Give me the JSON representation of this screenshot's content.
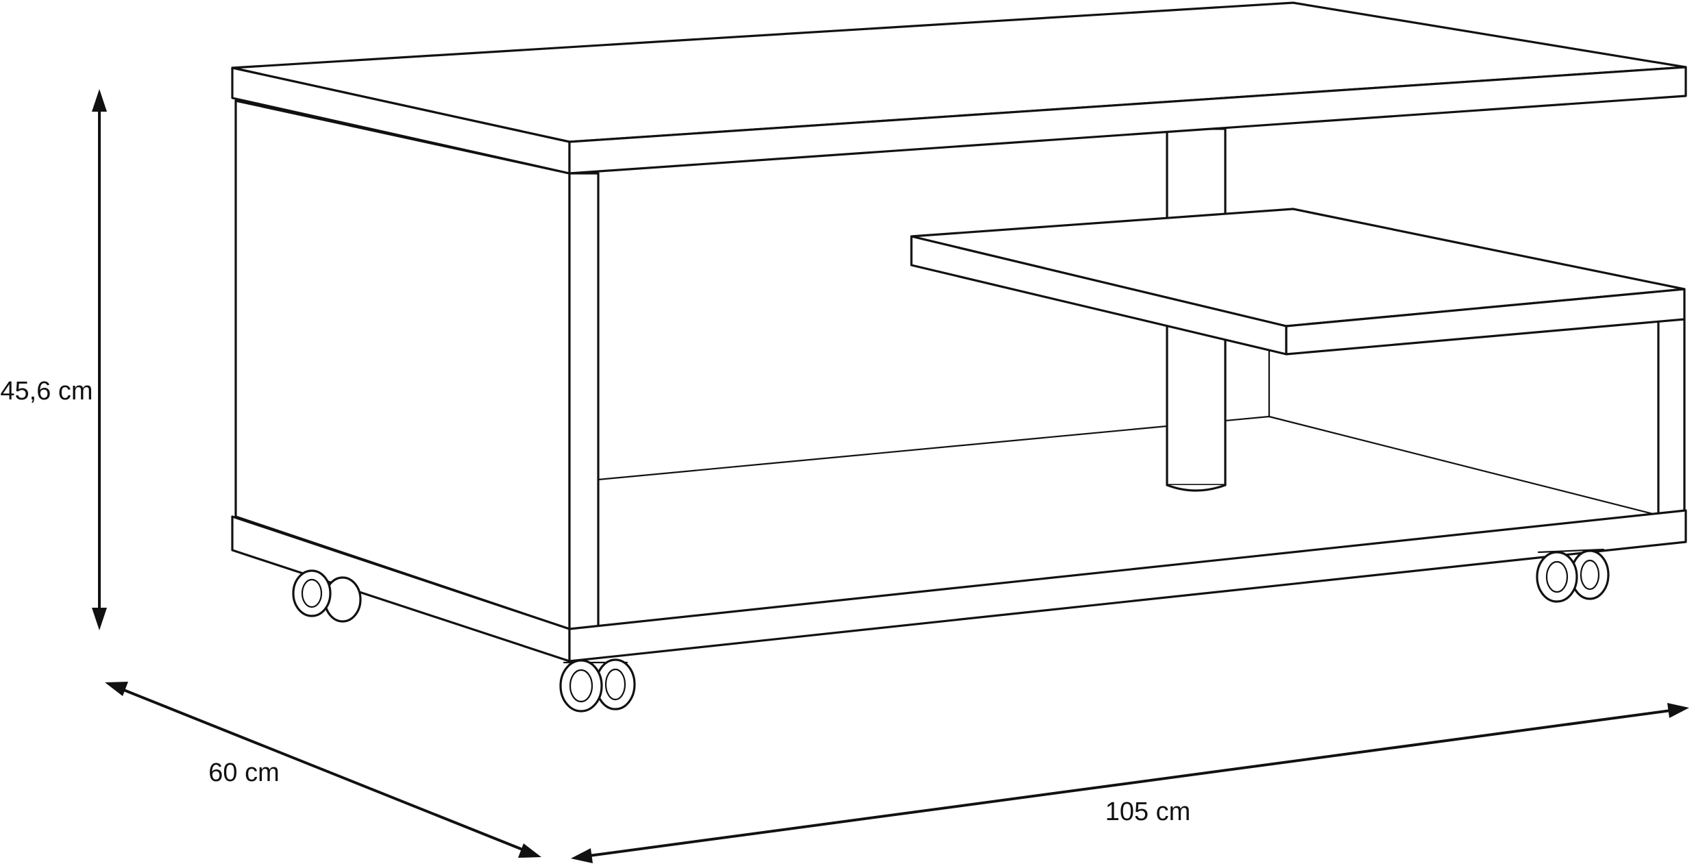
{
  "dimensions": {
    "height": "45,6 cm",
    "depth": "60 cm",
    "width": "105 cm"
  }
}
